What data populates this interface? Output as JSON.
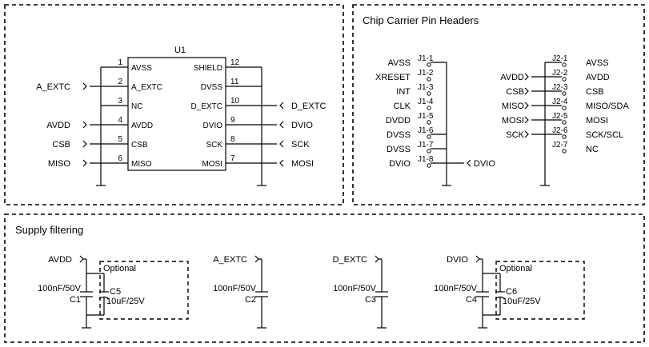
{
  "chip": {
    "ref": "U1",
    "left_pins": [
      {
        "num": "1",
        "name": "AVSS",
        "net": ""
      },
      {
        "num": "2",
        "name": "A_EXTC",
        "net": "A_EXTC"
      },
      {
        "num": "3",
        "name": "NC",
        "net": ""
      },
      {
        "num": "4",
        "name": "AVDD",
        "net": "AVDD"
      },
      {
        "num": "5",
        "name": "CSB",
        "net": "CSB"
      },
      {
        "num": "6",
        "name": "MISO",
        "net": "MISO"
      }
    ],
    "right_pins": [
      {
        "num": "12",
        "name": "SHIELD",
        "net": ""
      },
      {
        "num": "11",
        "name": "DVSS",
        "net": ""
      },
      {
        "num": "10",
        "name": "D_EXTC",
        "net": "D_EXTC"
      },
      {
        "num": "9",
        "name": "DVIO",
        "net": "DVIO"
      },
      {
        "num": "8",
        "name": "SCK",
        "net": "SCK"
      },
      {
        "num": "7",
        "name": "MOSI",
        "net": "MOSI"
      }
    ]
  },
  "headers": {
    "title": "Chip Carrier Pin Headers",
    "j1": [
      {
        "pin": "J1-1",
        "net": "AVSS"
      },
      {
        "pin": "J1-2",
        "net": "XRESET"
      },
      {
        "pin": "J1-3",
        "net": "INT"
      },
      {
        "pin": "J1-4",
        "net": "CLK"
      },
      {
        "pin": "J1-5",
        "net": "DVDD"
      },
      {
        "pin": "J1-6",
        "net": "DVSS"
      },
      {
        "pin": "J1-7",
        "net": "DVSS"
      },
      {
        "pin": "J1-8",
        "net": "DVIO"
      }
    ],
    "j1_dvio_out": "DVIO",
    "j2": [
      {
        "pin": "J2-1",
        "net_in": "",
        "name": "AVSS"
      },
      {
        "pin": "J2-2",
        "net_in": "AVDD",
        "name": "AVDD"
      },
      {
        "pin": "J2-3",
        "net_in": "CSB",
        "name": "CSB"
      },
      {
        "pin": "J2-4",
        "net_in": "MISO",
        "name": "MISO/SDA"
      },
      {
        "pin": "J2-5",
        "net_in": "MOSI",
        "name": "MOSI"
      },
      {
        "pin": "J2-6",
        "net_in": "SCK",
        "name": "SCK/SCL"
      },
      {
        "pin": "J2-7",
        "net_in": "",
        "name": "NC"
      }
    ]
  },
  "supply": {
    "title": "Supply filtering",
    "groups": [
      {
        "net": "AVDD",
        "cap": "C1",
        "value": "100nF/50V",
        "optional": "Optional",
        "opt_cap": "C5",
        "opt_value": "10uF/25V"
      },
      {
        "net": "A_EXTC",
        "cap": "C2",
        "value": "100nF/50V"
      },
      {
        "net": "D_EXTC",
        "cap": "C3",
        "value": "100nF/50V"
      },
      {
        "net": "DVIO",
        "cap": "C4",
        "value": "100nF/50V",
        "optional": "Optional",
        "opt_cap": "C6",
        "opt_value": "10uF/25V"
      }
    ]
  }
}
